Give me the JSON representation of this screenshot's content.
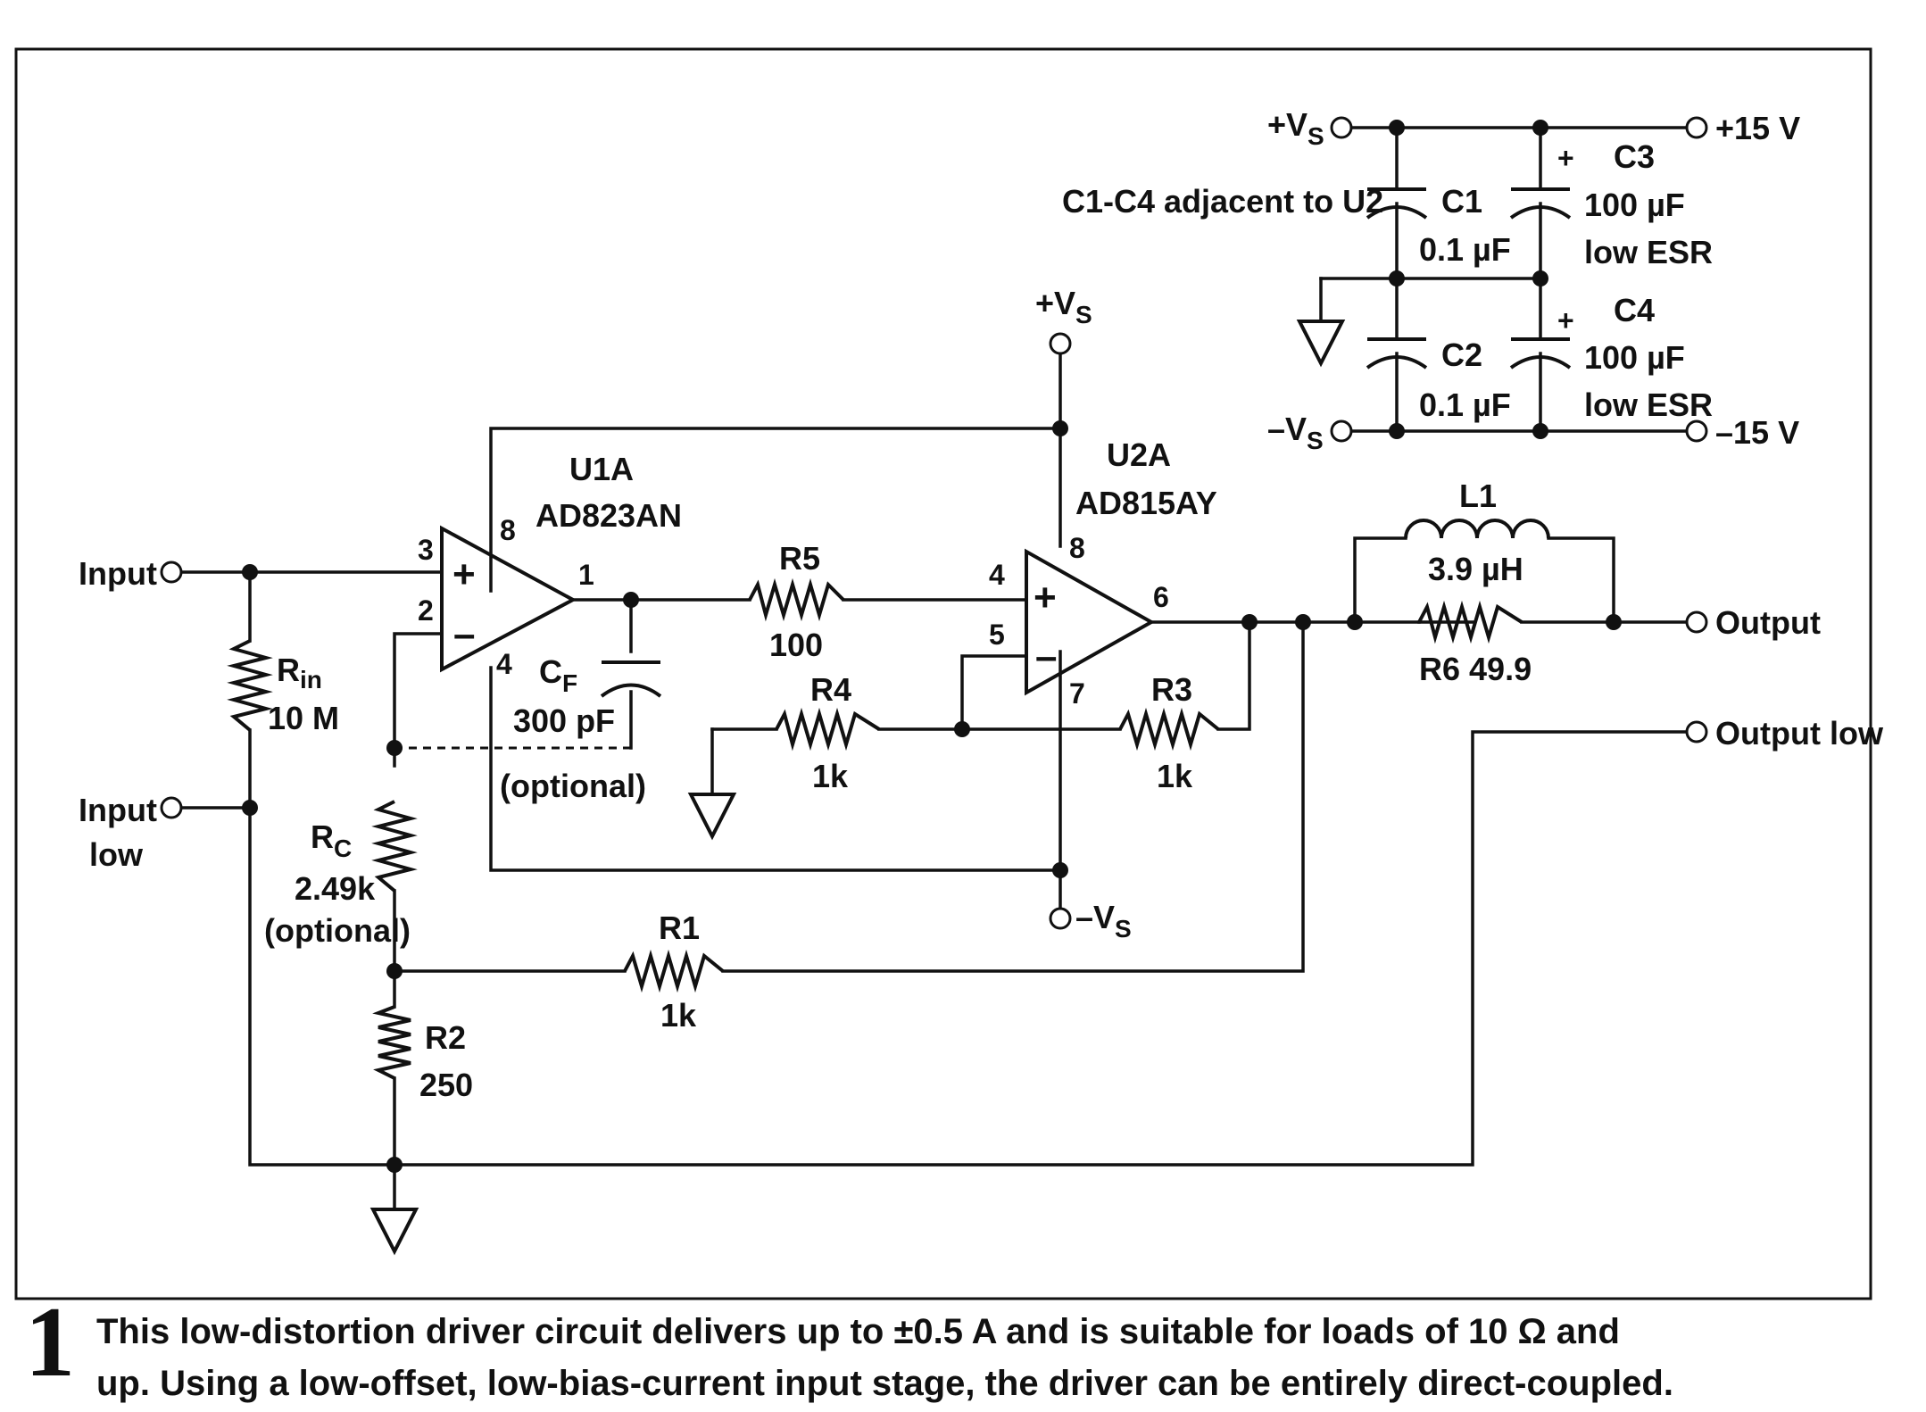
{
  "figure": {
    "number": "1",
    "caption_line1": "This low-distortion driver circuit delivers up to ±0.5 A and is suitable for loads of 10 Ω and",
    "caption_line2": "up. Using a low-offset, low-bias-current input stage, the driver can be entirely direct-coupled."
  },
  "terminals": {
    "input": "Input",
    "input_low_1": "Input",
    "input_low_2": "low",
    "output": "Output",
    "output_low": "Output low",
    "supply_pos": "+15 V",
    "supply_neg": "–15 V"
  },
  "rails": {
    "vs_pos": "+V",
    "vs_neg": "–V",
    "sub": "S"
  },
  "opamps": {
    "u1": {
      "ref": "U1A",
      "part": "AD823AN",
      "pin_in_pos": "3",
      "pin_in_neg": "2",
      "pin_out": "1",
      "pin_vpos": "8",
      "pin_vneg": "4",
      "plus": "+",
      "minus": "–"
    },
    "u2": {
      "ref": "U2A",
      "part": "AD815AY",
      "pin_in_pos": "4",
      "pin_in_neg": "5",
      "pin_out": "6",
      "pin_vpos": "8",
      "pin_vneg": "7",
      "plus": "+",
      "minus": "–"
    }
  },
  "components": {
    "rin": {
      "ref": "R",
      "sub": "in",
      "value": "10 M"
    },
    "rc": {
      "ref": "R",
      "sub": "C",
      "value": "2.49k",
      "note": "(optional)"
    },
    "r1": {
      "ref": "R1",
      "value": "1k"
    },
    "r2": {
      "ref": "R2",
      "value": "250"
    },
    "r3": {
      "ref": "R3",
      "value": "1k"
    },
    "r4": {
      "ref": "R4",
      "value": "1k"
    },
    "r5": {
      "ref": "R5",
      "value": "100"
    },
    "r6": {
      "label": "R6  49.9"
    },
    "l1": {
      "ref": "L1",
      "value": "3.9 µH"
    },
    "cf": {
      "ref": "C",
      "sub": "F",
      "value": "300 pF",
      "note": "(optional)"
    },
    "c1": {
      "ref": "C1",
      "value": "0.1 µF"
    },
    "c2": {
      "ref": "C2",
      "value": "0.1 µF"
    },
    "c3": {
      "ref": "C3",
      "value": "100 µF",
      "note": "low ESR",
      "polarity": "+"
    },
    "c4": {
      "ref": "C4",
      "value": "100 µF",
      "note": "low ESR",
      "polarity": "+"
    }
  },
  "notes": {
    "decoupling": "C1-C4 adjacent to U2"
  }
}
